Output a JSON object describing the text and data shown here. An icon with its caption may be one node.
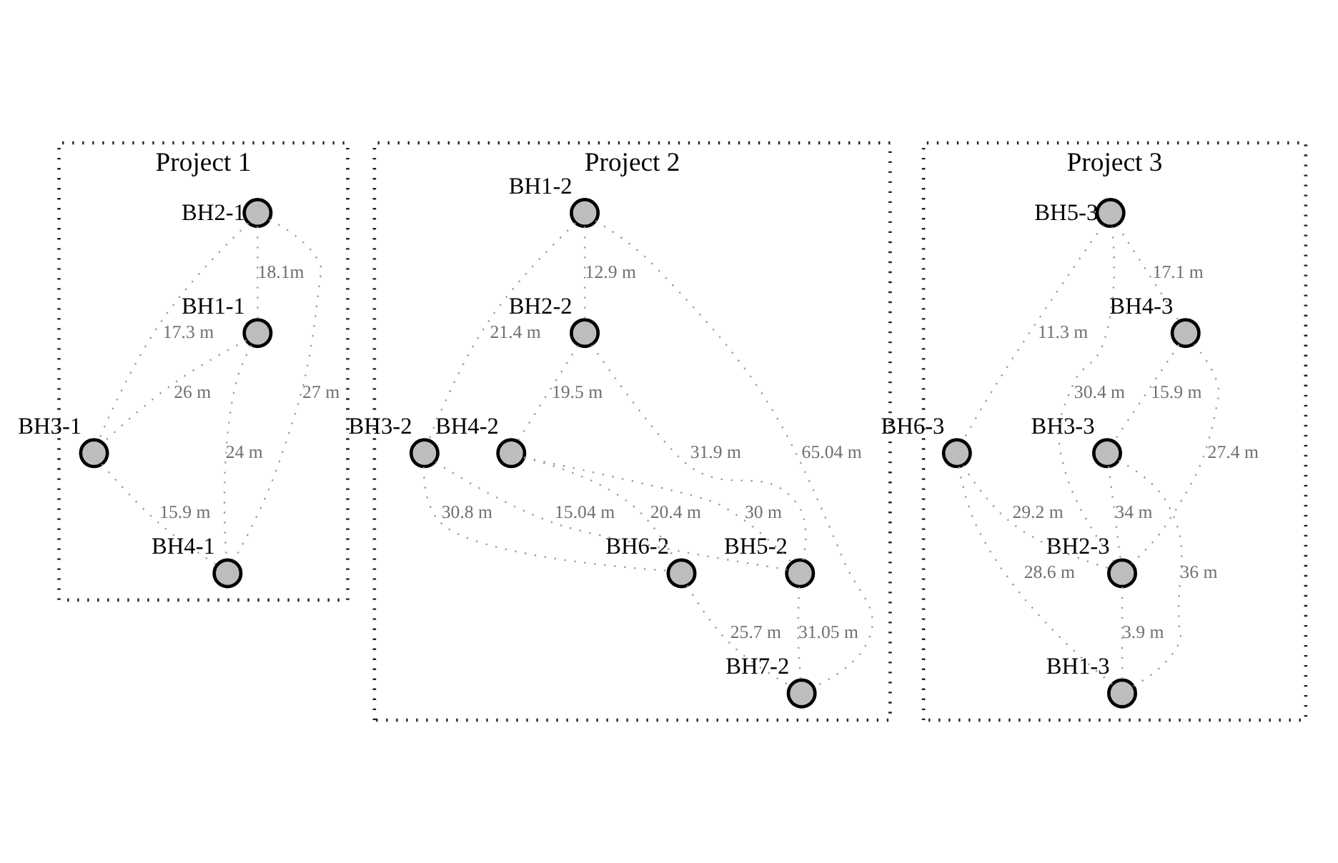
{
  "diagram": {
    "nodes": [
      {
        "text": [
          "Project 1"
        ]
      },
      {
        "text": [
          "BH2-1"
        ],
        "in": 0
      },
      {
        "text": [
          "BH3-1"
        ],
        "in": 0
      },
      {
        "text": [
          "BH1-1"
        ],
        "in": 0
      },
      {
        "text": [
          "BH4-1"
        ],
        "in": 0
      },
      {
        "text": [
          "Project 2"
        ]
      },
      {
        "text": [
          "BH4-2"
        ],
        "in": 5
      },
      {
        "text": [
          "BH2-2"
        ],
        "in": 5
      },
      {
        "text": [
          "BH6-2"
        ],
        "in": 5
      },
      {
        "text": [
          "BH1-2"
        ],
        "in": 5
      },
      {
        "text": [
          "BH7-2"
        ],
        "in": 5
      },
      {
        "text": [
          "BH3-2"
        ],
        "in": 5
      },
      {
        "text": [
          "BH5-2"
        ],
        "in": 5
      },
      {
        "text": [
          "Project 3"
        ]
      },
      {
        "text": [
          "BH3-3"
        ],
        "in": 13
      },
      {
        "text": [
          "BH4-3"
        ],
        "in": 13
      },
      {
        "text": [
          "BH5-3"
        ],
        "in": 13
      },
      {
        "text": [
          "BH6-3"
        ],
        "in": 13
      },
      {
        "text": [
          "BH2-3"
        ],
        "in": 13
      },
      {
        "text": [
          "BH1-3"
        ],
        "in": 13
      }
    ],
    "edges": [
      {
        "from": 1,
        "to": 2,
        "arrow": "none",
        "label": "17.3 m"
      },
      {
        "from": 1,
        "to": 3,
        "arrow": "none",
        "label": "18.1m"
      },
      {
        "from": 1,
        "to": 4,
        "arrow": "none",
        "label": "27 m"
      },
      {
        "from": 3,
        "to": 2,
        "arrow": "none",
        "label": "26 m"
      },
      {
        "from": 2,
        "to": 4,
        "arrow": "none",
        "label": "15.9 m"
      },
      {
        "from": 3,
        "to": 4,
        "arrow": "none",
        "label": "24 m"
      },
      {
        "from": 7,
        "to": 6,
        "arrow": "none",
        "label": "19.5 m"
      },
      {
        "from": 9,
        "to": 7,
        "arrow": "none",
        "label": "12.9 m"
      },
      {
        "from": 7,
        "to": 12,
        "arrow": "none",
        "label": "31.9 m"
      },
      {
        "from": 6,
        "to": 12,
        "arrow": "none",
        "label": "30 m"
      },
      {
        "from": 6,
        "to": 8,
        "arrow": "none",
        "label": "20.4 m"
      },
      {
        "from": 8,
        "to": 10,
        "arrow": "none",
        "label": "25.7 m"
      },
      {
        "from": 9,
        "to": 10,
        "arrow": "none",
        "label": "65.04 m"
      },
      {
        "from": 9,
        "to": 11,
        "arrow": "none",
        "label": "21.4 m"
      },
      {
        "from": 11,
        "to": 8,
        "arrow": "none",
        "label": "30.8 m"
      },
      {
        "from": 11,
        "to": 12,
        "arrow": "none",
        "label": "15.04 m"
      },
      {
        "from": 12,
        "to": 10,
        "arrow": "none",
        "label": "31.05 m"
      },
      {
        "from": 16,
        "to": 15,
        "arrow": "none",
        "label": "17.1 m"
      },
      {
        "from": 15,
        "to": 14,
        "arrow": "none",
        "label": "15.9 m"
      },
      {
        "from": 16,
        "to": 17,
        "arrow": "none",
        "label": "11.3 m"
      },
      {
        "from": 16,
        "to": 18,
        "arrow": "none",
        "label": "30.4 m"
      },
      {
        "from": 15,
        "to": 18,
        "arrow": "none",
        "label": "27.4 m"
      },
      {
        "from": 14,
        "to": 18,
        "arrow": "none",
        "label": "34 m"
      },
      {
        "from": 14,
        "to": 19,
        "arrow": "none",
        "label": "36 m"
      },
      {
        "from": 17,
        "to": 18,
        "arrow": "none",
        "label": "29.2 m"
      },
      {
        "from": 17,
        "to": 19,
        "arrow": "none",
        "label": "28.6 m"
      },
      {
        "from": 18,
        "to": 19,
        "arrow": "none",
        "label": "3.9 m"
      }
    ]
  }
}
